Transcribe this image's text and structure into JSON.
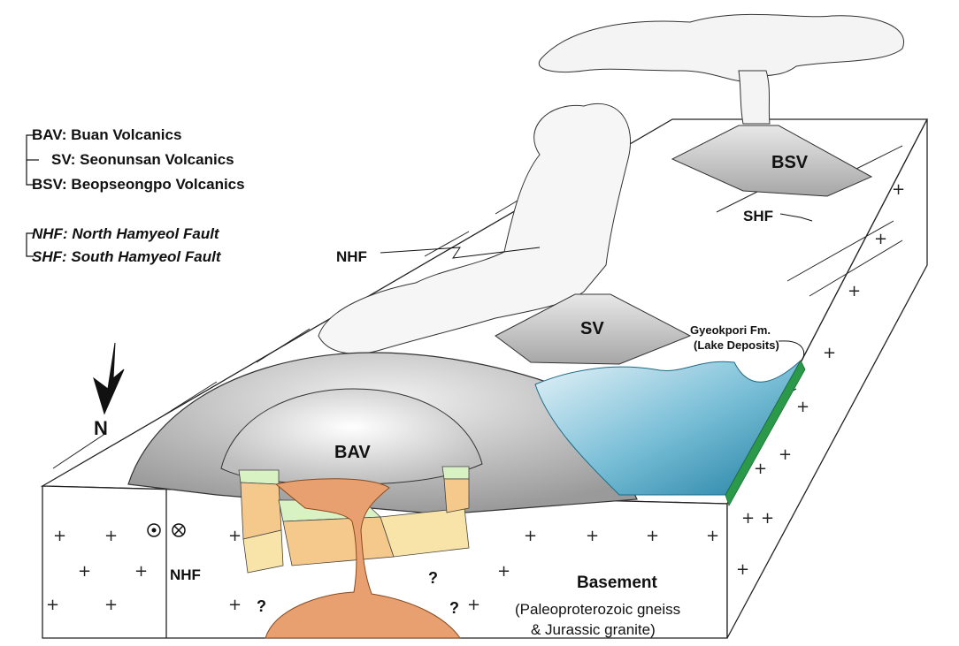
{
  "legend": {
    "volcanics": [
      {
        "abbr": "BAV:",
        "name": "Buan Volcanics"
      },
      {
        "abbr": "SV:",
        "name": "Seonunsan Volcanics"
      },
      {
        "abbr": "BSV:",
        "name": "Beopseongpo Volcanics"
      }
    ],
    "faults": [
      {
        "abbr": "NHF:",
        "name": "North Hamyeol Fault"
      },
      {
        "abbr": "SHF:",
        "name": "South Hamyeol Fault"
      }
    ]
  },
  "north_label": "N",
  "labels": {
    "bsv": "BSV",
    "sv": "SV",
    "bav": "BAV",
    "shf": "SHF",
    "nhf_top": "NHF",
    "nhf_front": "NHF",
    "lake_line1": "Gyeokpori Fm.",
    "lake_line2": "(Lake Deposits)",
    "basement": "Basement",
    "basement_desc1": "(Paleoproterozoic gneiss",
    "basement_desc2": "& Jurassic granite)",
    "question": "?"
  },
  "colors": {
    "lake": "#2f8fb0",
    "lake_light": "#c8e6f0",
    "lake_side": "#2a9a4a",
    "cone": "#cfcfcf",
    "magma": "#e8a070",
    "layer_green": "#d9f2c4",
    "layer_orange": "#f5c98c",
    "layer_yellow": "#f8e4a8"
  }
}
